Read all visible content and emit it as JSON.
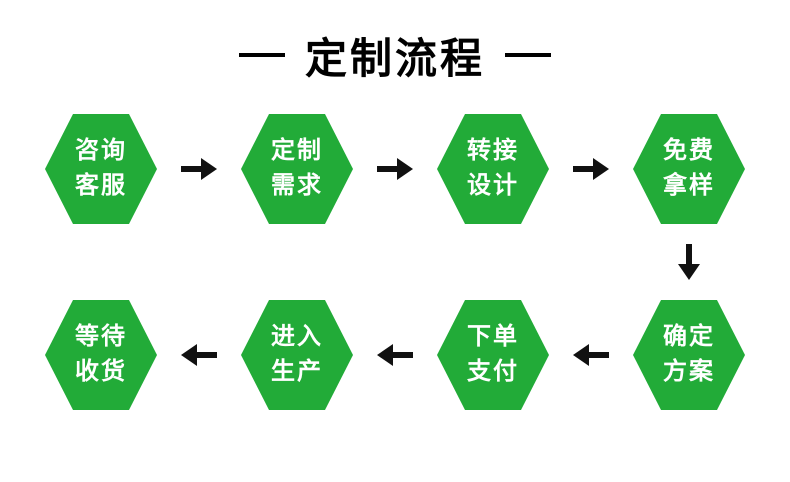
{
  "title": {
    "text": "定制流程"
  },
  "steps": {
    "top": [
      {
        "line1": "咨询",
        "line2": "客服"
      },
      {
        "line1": "定制",
        "line2": "需求"
      },
      {
        "line1": "转接",
        "line2": "设计"
      },
      {
        "line1": "免费",
        "line2": "拿样"
      }
    ],
    "bottom": [
      {
        "line1": "等待",
        "line2": "收货"
      },
      {
        "line1": "进入",
        "line2": "生产"
      },
      {
        "line1": "下单",
        "line2": "支付"
      },
      {
        "line1": "确定",
        "line2": "方案"
      }
    ]
  },
  "arrows": {
    "right": "→",
    "left": "←",
    "down": "↓"
  },
  "colors": {
    "hexagon_green": "#22ab38",
    "step_text": "#ffffff",
    "arrow_black": "#111111",
    "title_black": "#000000"
  }
}
